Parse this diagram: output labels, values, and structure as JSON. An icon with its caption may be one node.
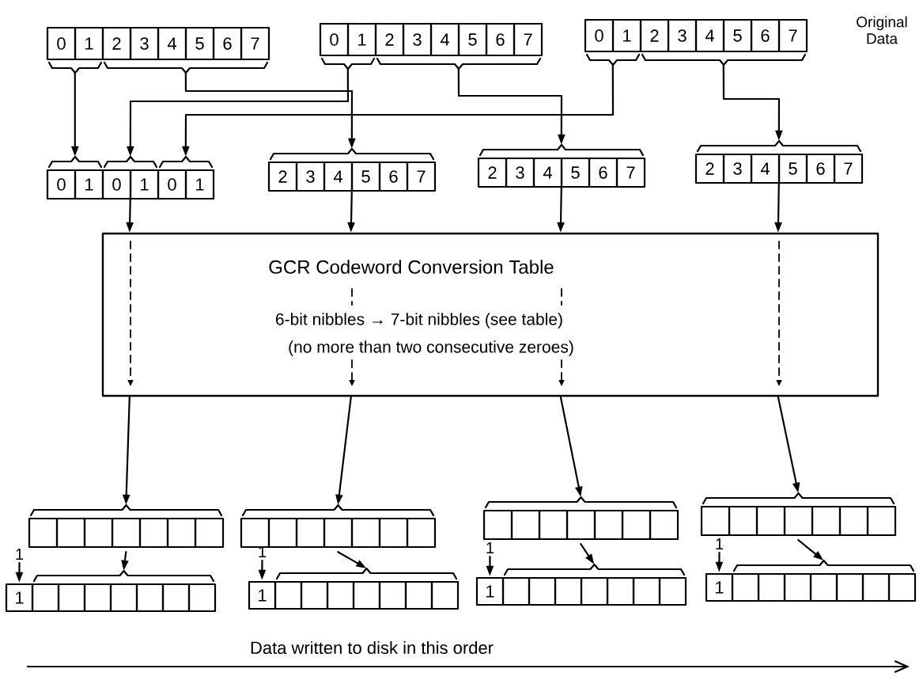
{
  "diagram": {
    "nodes": [
      {
        "text": [
          "0",
          "1",
          "2",
          "3",
          "4",
          "5",
          "6",
          "7"
        ]
      },
      {
        "text": [
          "0",
          "1",
          "2",
          "3",
          "4",
          "5",
          "6",
          "7"
        ]
      },
      {
        "text": [
          "0",
          "1",
          "2",
          "3",
          "4",
          "5",
          "6",
          "7"
        ]
      },
      {
        "text": [
          "0",
          "1",
          "0",
          "1",
          "0",
          "1"
        ]
      },
      {
        "text": [
          "2",
          "3",
          "4",
          "5",
          "6",
          "7"
        ]
      },
      {
        "text": [
          "2",
          "3",
          "4",
          "5",
          "6",
          "7"
        ]
      },
      {
        "text": [
          "2",
          "3",
          "4",
          "5",
          "6",
          "7"
        ]
      },
      {
        "text": [
          "GCR Codeword Conversion Table",
          "6-bit nibbles → 7-bit nibbles (see table)",
          "(no more than two consecutive zeroes)"
        ]
      },
      {
        "text": [],
        "shape": "box"
      },
      {
        "text": [],
        "shape": "box"
      },
      {
        "text": [],
        "shape": "box"
      },
      {
        "text": [],
        "shape": "box"
      },
      {
        "text": [
          "1"
        ]
      },
      {
        "text": [
          "1"
        ]
      },
      {
        "text": [
          "1"
        ]
      },
      {
        "text": [
          "1"
        ]
      },
      {
        "text": [
          "1"
        ]
      },
      {
        "text": [
          "1"
        ]
      },
      {
        "text": [
          "1"
        ]
      },
      {
        "text": [
          "1"
        ]
      }
    ],
    "edges": [
      {
        "from": 0,
        "to": 3,
        "arrow": "to"
      },
      {
        "from": 0,
        "to": 4,
        "arrow": "to"
      },
      {
        "from": 1,
        "to": 3,
        "arrow": "to"
      },
      {
        "from": 1,
        "to": 5,
        "arrow": "to"
      },
      {
        "from": 2,
        "to": 3,
        "arrow": "to"
      },
      {
        "from": 2,
        "to": 6,
        "arrow": "to"
      },
      {
        "from": 3,
        "to": 7,
        "arrow": "to"
      },
      {
        "from": 4,
        "to": 7,
        "arrow": "to"
      },
      {
        "from": 5,
        "to": 7,
        "arrow": "to"
      },
      {
        "from": 6,
        "to": 7,
        "arrow": "to"
      },
      {
        "from": 7,
        "to": 8,
        "arrow": "to"
      },
      {
        "from": 7,
        "to": 9,
        "arrow": "to"
      },
      {
        "from": 7,
        "to": 10,
        "arrow": "to"
      },
      {
        "from": 7,
        "to": 11,
        "arrow": "to"
      },
      {
        "from": 8,
        "to": 12,
        "arrow": "to"
      },
      {
        "from": 9,
        "to": 13,
        "arrow": "to"
      },
      {
        "from": 10,
        "to": 14,
        "arrow": "to"
      },
      {
        "from": 11,
        "to": 15,
        "arrow": "to"
      },
      {
        "from": 16,
        "to": 12,
        "arrow": "to"
      },
      {
        "from": 17,
        "to": 13,
        "arrow": "to"
      },
      {
        "from": 18,
        "to": 14,
        "arrow": "to"
      },
      {
        "from": 19,
        "to": 15,
        "arrow": "to"
      }
    ],
    "labels": [
      "Original Data",
      "Data written to disk in this order"
    ]
  }
}
